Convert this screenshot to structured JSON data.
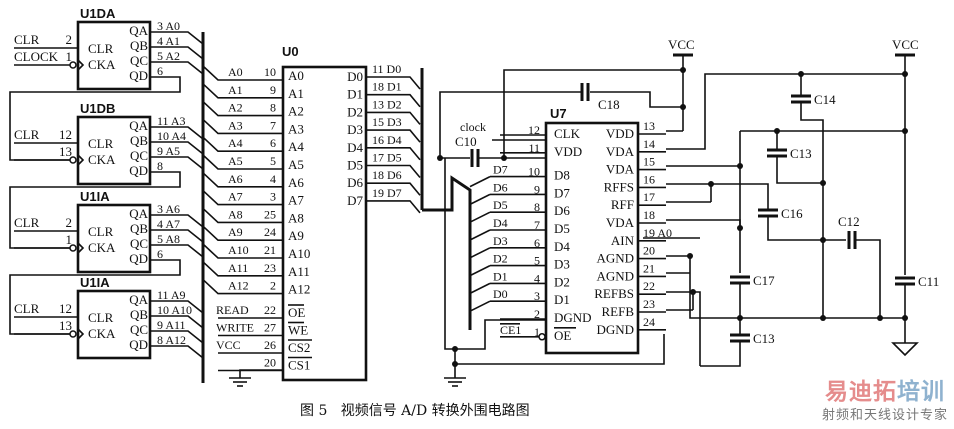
{
  "caption": {
    "figure": "图 5",
    "text": "视频信号 A/D 转换外围电路图"
  },
  "watermark": {
    "brand_red": "易迪拓",
    "brand_blue": "培训",
    "tagline": "射频和天线设计专家"
  },
  "counters": [
    {
      "name": "U1DA",
      "clr_pin": "2",
      "clk_pin": "1",
      "clr_net": "CLR",
      "clk_net": "CLOCK",
      "inputs": [
        "CLR",
        "CKA"
      ],
      "outputs": [
        "QA",
        "QB",
        "QC",
        "QD"
      ],
      "out_pins": [
        "3",
        "4",
        "5",
        "6"
      ],
      "out_nets": [
        "A0",
        "A1",
        "A2",
        ""
      ]
    },
    {
      "name": "U1DB",
      "clr_pin": "12",
      "clk_pin": "13",
      "clr_net": "CLR",
      "clk_net": "",
      "inputs": [
        "CLR",
        "CKA"
      ],
      "outputs": [
        "QA",
        "QB",
        "QC",
        "QD"
      ],
      "out_pins": [
        "11",
        "10",
        "9",
        "8"
      ],
      "out_nets": [
        "A3",
        "A4",
        "A5",
        ""
      ]
    },
    {
      "name": "U1IA",
      "clr_pin": "2",
      "clk_pin": "1",
      "clr_net": "CLR",
      "clk_net": "",
      "inputs": [
        "CLR",
        "CKA"
      ],
      "outputs": [
        "QA",
        "QB",
        "QC",
        "QD"
      ],
      "out_pins": [
        "3",
        "4",
        "5",
        "6"
      ],
      "out_nets": [
        "A6",
        "A7",
        "A8",
        ""
      ]
    },
    {
      "name": "U1IA",
      "clr_pin": "12",
      "clk_pin": "13",
      "clr_net": "CLR",
      "clk_net": "",
      "inputs": [
        "CLR",
        "CKA"
      ],
      "outputs": [
        "QA",
        "QB",
        "QC",
        "QD"
      ],
      "out_pins": [
        "11",
        "10",
        "9",
        "8"
      ],
      "out_nets": [
        "A9",
        "A10",
        "A11",
        "A12"
      ]
    }
  ],
  "memory": {
    "name": "U0",
    "addr_nets": [
      "A0",
      "A1",
      "A2",
      "A3",
      "A4",
      "A5",
      "A6",
      "A7",
      "A8",
      "A9",
      "A10",
      "A11",
      "A12"
    ],
    "addr_pins": [
      "10",
      "9",
      "8",
      "7",
      "6",
      "5",
      "4",
      "3",
      "25",
      "24",
      "21",
      "23",
      "2"
    ],
    "addr_labels": [
      "A0",
      "A1",
      "A2",
      "A3",
      "A4",
      "A5",
      "A6",
      "A7",
      "A8",
      "A9",
      "A10",
      "A11",
      "A12"
    ],
    "ctrl_nets": [
      "READ",
      "WRITE",
      "VCC",
      ""
    ],
    "ctrl_pins": [
      "22",
      "27",
      "26",
      "20"
    ],
    "ctrl_labels": [
      "OE",
      "WE",
      "CS2",
      "CS1"
    ],
    "data_labels": [
      "D0",
      "D1",
      "D2",
      "D3",
      "D4",
      "D5",
      "D6",
      "D7"
    ],
    "data_pins": [
      "11",
      "18",
      "13",
      "15",
      "16",
      "17",
      "18",
      "19"
    ],
    "data_nets": [
      "D0",
      "D1",
      "D2",
      "D3",
      "D4",
      "D5",
      "D6",
      "D7"
    ]
  },
  "adc": {
    "name": "U7",
    "left_pins": [
      "12",
      "11",
      "10",
      "9",
      "8",
      "7",
      "6",
      "5",
      "4",
      "3",
      "2",
      "1"
    ],
    "left_labels": [
      "CLK",
      "VDD",
      "D8",
      "D7",
      "D6",
      "D5",
      "D4",
      "D3",
      "D2",
      "D1",
      "DGND",
      "OE"
    ],
    "left_nets": [
      "clock",
      "",
      "D7",
      "D6",
      "D5",
      "D4",
      "D3",
      "D2",
      "D1",
      "D0",
      "",
      "CE1"
    ],
    "right_pins": [
      "13",
      "14",
      "15",
      "16",
      "17",
      "18",
      "19",
      "20",
      "21",
      "22",
      "23",
      "24"
    ],
    "right_labels": [
      "VDD",
      "VDA",
      "VDA",
      "RFFS",
      "RFF",
      "VDA",
      "AIN",
      "AGND",
      "AGND",
      "REFBS",
      "REFB",
      "DGND"
    ],
    "ain_net": "A0"
  },
  "capacitors": [
    "C10",
    "C18",
    "C14",
    "C13",
    "C16",
    "C12",
    "C17",
    "C13",
    "C11"
  ],
  "power": {
    "vcc1": "VCC",
    "vcc2": "VCC"
  }
}
